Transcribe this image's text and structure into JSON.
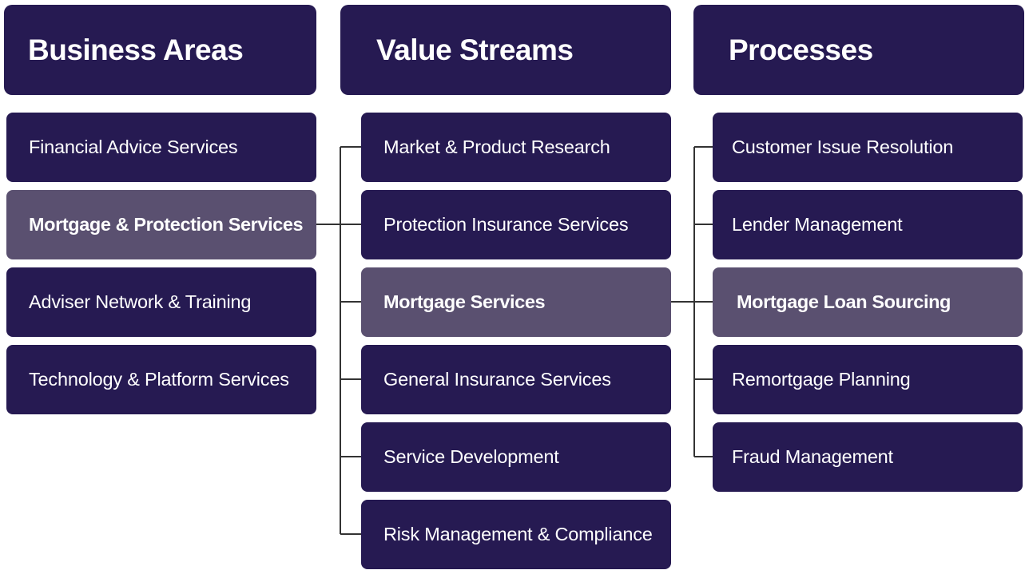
{
  "columns": [
    {
      "heading": "Business Areas",
      "items": [
        {
          "label": "Financial Advice Services",
          "selected": false
        },
        {
          "label": "Mortgage & Protection Services",
          "selected": true
        },
        {
          "label": "Adviser Network & Training",
          "selected": false
        },
        {
          "label": "Technology & Platform Services",
          "selected": false
        }
      ]
    },
    {
      "heading": "Value Streams",
      "items": [
        {
          "label": "Market & Product Research",
          "selected": false
        },
        {
          "label": "Protection Insurance Services",
          "selected": false
        },
        {
          "label": "Mortgage Services",
          "selected": true
        },
        {
          "label": "General Insurance Services",
          "selected": false
        },
        {
          "label": "Service Development",
          "selected": false
        },
        {
          "label": "Risk Management & Compliance",
          "selected": false
        }
      ]
    },
    {
      "heading": "Processes",
      "items": [
        {
          "label": "Customer Issue Resolution",
          "selected": false
        },
        {
          "label": "Lender Management",
          "selected": false
        },
        {
          "label": "Mortgage Loan Sourcing",
          "selected": true
        },
        {
          "label": "Remortgage Planning",
          "selected": false
        },
        {
          "label": "Fraud Management",
          "selected": false
        }
      ]
    }
  ],
  "colors": {
    "box": "#261a52",
    "selected_box": "#5a5070",
    "text": "#ffffff",
    "connector": "#333333"
  }
}
